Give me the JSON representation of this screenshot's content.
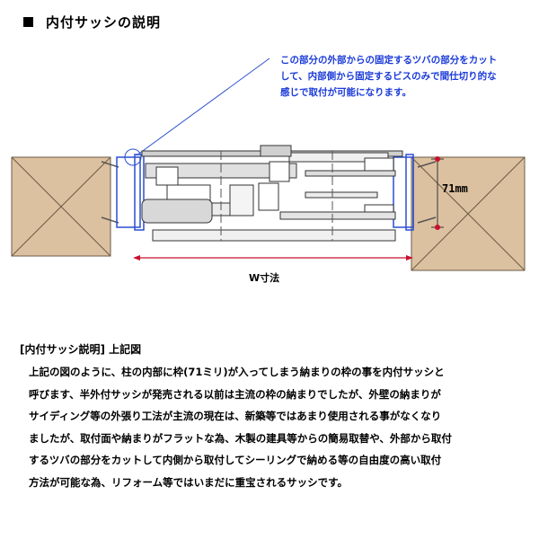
{
  "title": "内付サッシの説明",
  "note_lines": [
    "この部分の外部からの固定するツバの部分をカット",
    "して、内部側から固定するビスのみで間仕切り的な",
    "感じで取付が可能になります。"
  ],
  "dimension_label": "71mm",
  "width_label": "W寸法",
  "section_heading": "[内付サッシ説明]  上記図",
  "body_lines": [
    "上記の図のように、柱の内部に枠(71ミリ)が入ってしまう納まりの枠の事を内付サッシと",
    "呼びます、半外付サッシが発売される以前は主流の枠の納まりでしたが、外壁の納まりが",
    "サイディング等の外張り工法が主流の現在は、新築等ではあまり使用される事がなくなり",
    "ましたが、取付面や納まりがフラットな為、木製の建具等からの簡易取替や、外部から取付",
    "するツバの部分をカットして内側から取付してシーリングで納める等の自由度の高い取付",
    "方法が可能な為、リフォーム等ではいまだに重宝されるサッシです。"
  ],
  "colors": {
    "note_blue": "#1a3ad8",
    "frame_blue": "#2b4fd0",
    "wood": "#dcc1a0",
    "dimension_red": "#c8102e"
  }
}
